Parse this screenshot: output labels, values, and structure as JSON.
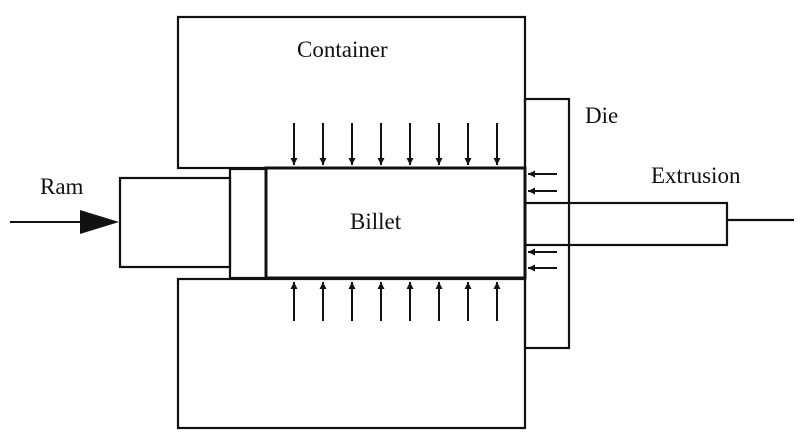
{
  "labels": {
    "container": "Container",
    "die": "Die",
    "extrusion": "Extrusion",
    "ram": "Ram",
    "billet": "Billet"
  },
  "colors": {
    "stroke": "#111111",
    "background": "#ffffff"
  }
}
